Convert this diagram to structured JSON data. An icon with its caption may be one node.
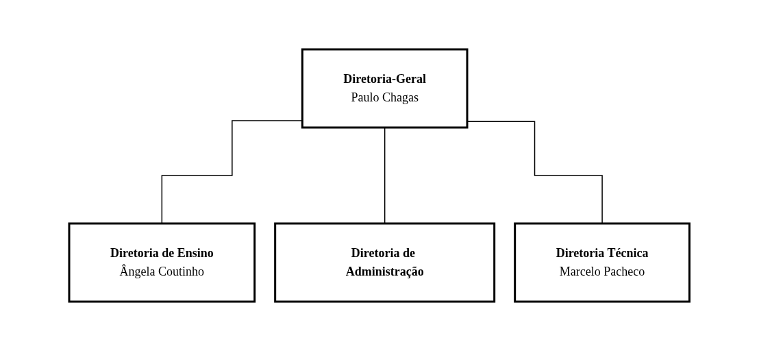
{
  "diagram": {
    "nodes": [
      {
        "text": [
          "Diretoria-Geral",
          "Paulo Chagas"
        ]
      },
      {
        "text": [
          "Diretoria de Ensino",
          "Ângela Coutinho"
        ]
      },
      {
        "text": [
          "Diretoria de Administração"
        ]
      },
      {
        "text": [
          "Diretoria Técnica",
          "Marcelo Pacheco"
        ]
      }
    ],
    "edges": [
      {
        "from": 0,
        "to": 1,
        "arrow": "none"
      },
      {
        "from": 0,
        "to": 2,
        "arrow": "none"
      },
      {
        "from": 0,
        "to": 3,
        "arrow": "none"
      }
    ]
  }
}
